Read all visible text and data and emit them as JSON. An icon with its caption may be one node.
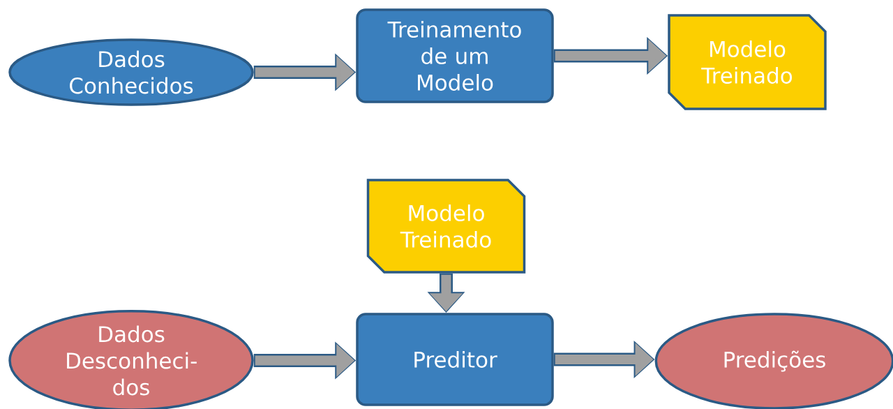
{
  "diagram": {
    "nodes": [
      {
        "text": [
          "Dados Conhecidos"
        ]
      },
      {
        "text": [
          "Treinamento de um Modelo"
        ]
      },
      {
        "text": [
          "Modelo Treinado"
        ]
      },
      {
        "text": [
          "Modelo Treinado"
        ]
      },
      {
        "text": [
          "Dados Desconheci- dos"
        ]
      },
      {
        "text": [
          "Preditor"
        ]
      },
      {
        "text": [
          "Predições"
        ]
      }
    ],
    "edges": [
      {
        "from": 0,
        "to": 1,
        "arrow": "to"
      },
      {
        "from": 1,
        "to": 2,
        "arrow": "to"
      },
      {
        "from": 3,
        "to": 5,
        "arrow": "to"
      },
      {
        "from": 4,
        "to": 5,
        "arrow": "to"
      },
      {
        "from": 5,
        "to": 6,
        "arrow": "to"
      }
    ]
  }
}
